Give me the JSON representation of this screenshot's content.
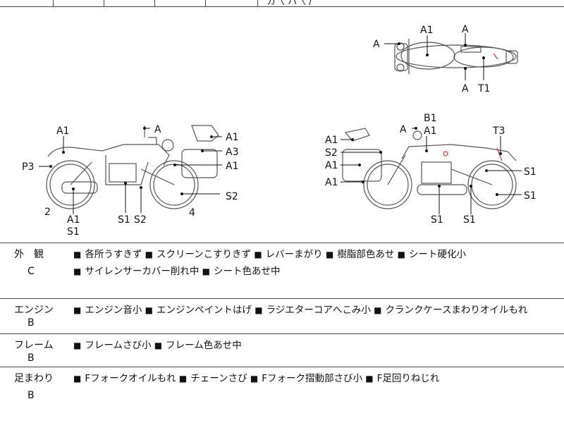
{
  "top_strip": {
    "partial_text": "カ〈 ハ〈 /"
  },
  "diagram": {
    "top_view": {
      "labels": [
        "A1",
        "A",
        "A",
        "A",
        "T1"
      ]
    },
    "left_view": {
      "labels": [
        "A",
        "A1",
        "P3",
        "2",
        "A1",
        "S1",
        "S1",
        "S2",
        "4",
        "A1",
        "A3",
        "A1",
        "S2"
      ]
    },
    "right_view": {
      "labels": [
        "B1",
        "A",
        "A1",
        "A1",
        "S2",
        "A1",
        "A1",
        "T3",
        "S1",
        "S1",
        "S1",
        "S1"
      ]
    }
  },
  "sections": [
    {
      "category": "外　観",
      "grade": "C",
      "items": [
        "各所うすきず",
        "スクリーンこすりきず",
        "レバーまがり",
        "樹脂部色あせ",
        "シート硬化小",
        "サイレンサーカバー削れ中",
        "シート色あせ中"
      ]
    },
    {
      "category": "エンジン",
      "grade": "B",
      "items": [
        "エンジン音小",
        "エンジンペイントはげ",
        "ラジエターコアへこみ小",
        "クランクケースまわりオイルもれ"
      ]
    },
    {
      "category": "フレーム",
      "grade": "B",
      "items": [
        "フレームさび小",
        "フレーム色あせ中"
      ]
    },
    {
      "category": "足まわり",
      "grade": "B",
      "items": [
        "Fフォークオイルもれ",
        "チェーンさび",
        "Fフォーク摺動部さび小",
        "F足回りねじれ"
      ]
    }
  ],
  "bullet_icon": "black-square"
}
